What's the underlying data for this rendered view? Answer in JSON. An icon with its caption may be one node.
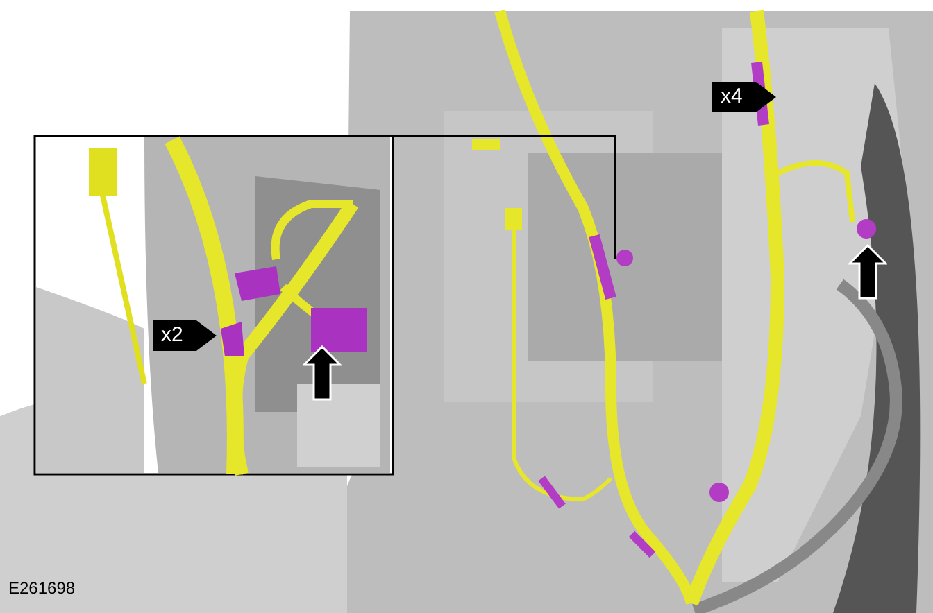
{
  "diagram": {
    "labels": [
      "x4",
      "x2",
      "E261698"
    ]
  }
}
